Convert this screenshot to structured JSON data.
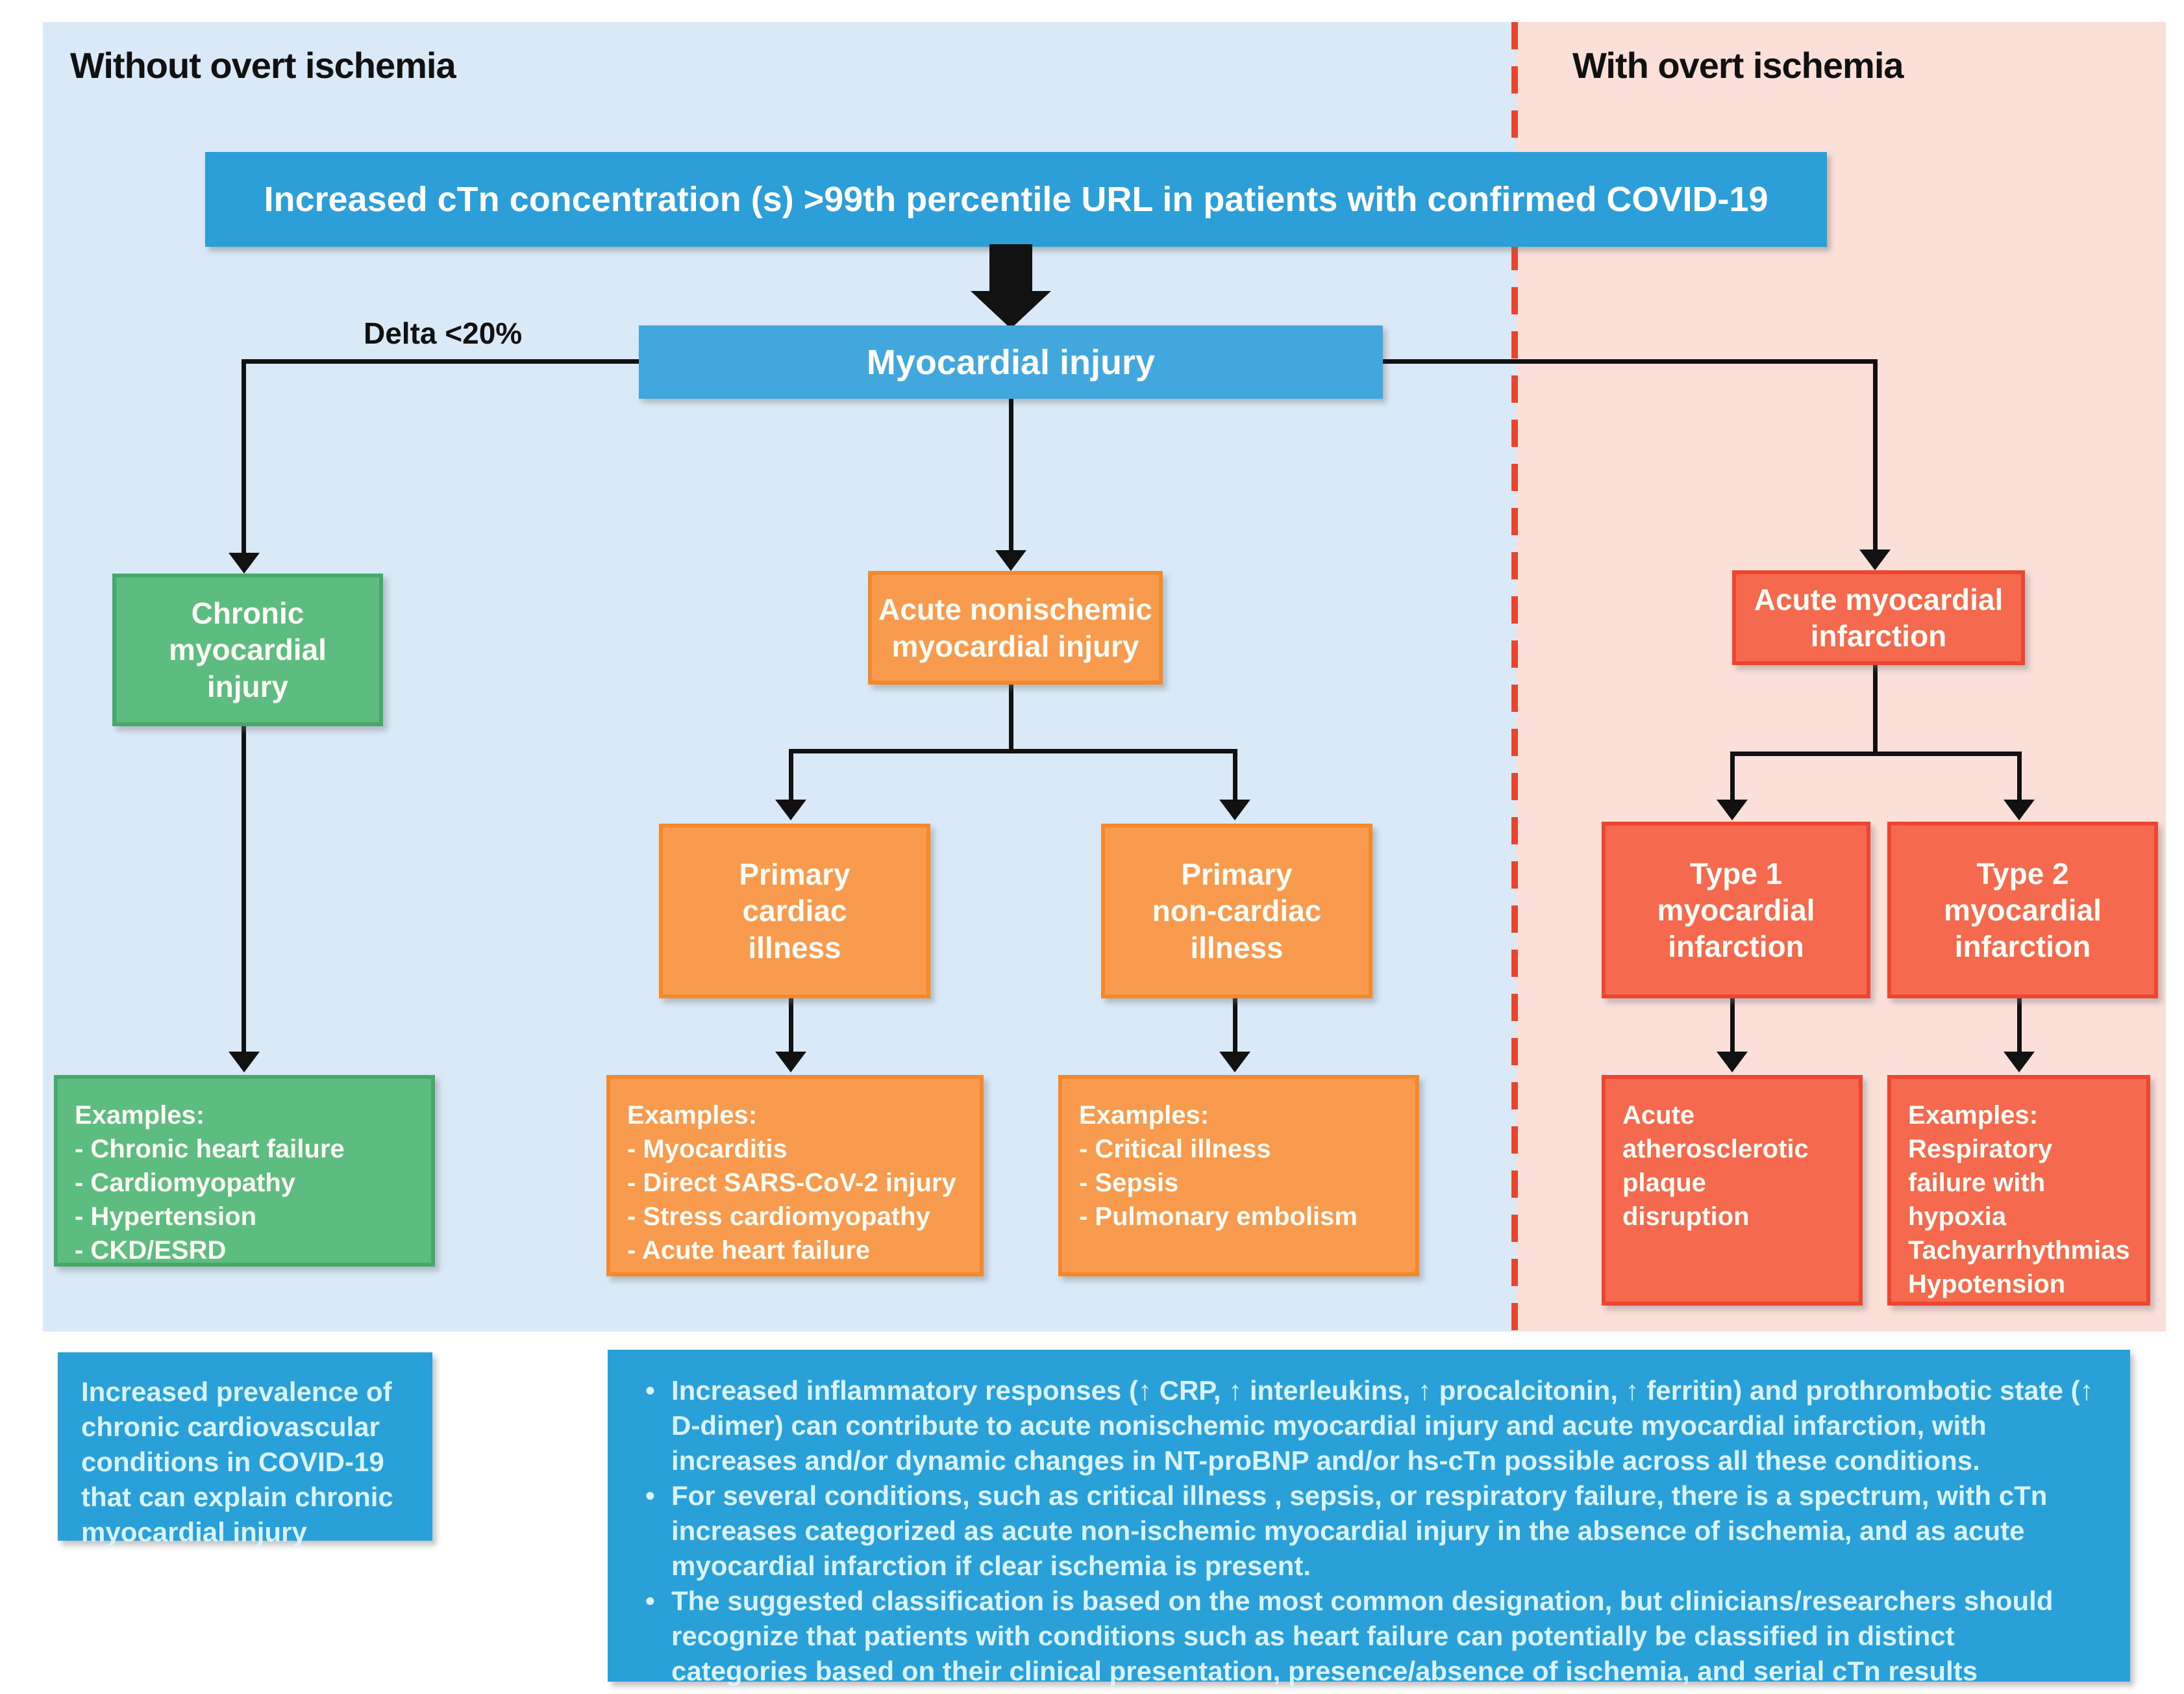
{
  "headers": {
    "left": "Without overt ischemia",
    "right": "With overt ischemia"
  },
  "banner": "Increased cTn concentration (s) >99th percentile URL in patients with confirmed COVID-19",
  "delta_label": "Delta <20%",
  "nodes": {
    "root": "Myocardial injury",
    "chronic": "Chronic\nmyocardial\ninjury",
    "acute_nonischemic": "Acute nonischemic\nmyocardial injury",
    "acute_mi": "Acute myocardial\ninfarction",
    "primary_cardiac": "Primary\ncardiac\nillness",
    "primary_noncardiac": "Primary\nnon-cardiac\nillness",
    "type1": "Type 1\nmyocardial\ninfarction",
    "type2": "Type 2\nmyocardial\ninfarction"
  },
  "example_boxes": {
    "chronic": [
      "Examples:",
      "- Chronic heart failure",
      "- Cardiomyopathy",
      "- Hypertension",
      "- CKD/ESRD"
    ],
    "primary_cardiac": [
      "Examples:",
      "- Myocarditis",
      "- Direct SARS-CoV-2 injury",
      "- Stress cardiomyopathy",
      "- Acute heart failure"
    ],
    "primary_noncardiac": [
      "Examples:",
      "- Critical illness",
      "- Sepsis",
      "- Pulmonary embolism"
    ],
    "type1": [
      "Acute",
      "atherosclerotic",
      "plaque",
      "disruption"
    ],
    "type2": [
      "Examples:",
      "Respiratory",
      "failure with",
      "hypoxia",
      "Tachyarrhythmias",
      "Hypotension"
    ]
  },
  "notes": {
    "left": "Increased prevalence of chronic cardiovascular conditions in COVID-19 that can explain chronic myocardial injury",
    "bullets": [
      "Increased inflammatory responses (↑ CRP, ↑ interleukins, ↑ procalcitonin, ↑ ferritin) and prothrombotic state (↑ D-dimer) can contribute to acute nonischemic myocardial injury and acute myocardial infarction, with increases and/or dynamic changes in NT-proBNP and/or hs-cTn possible across all these conditions.",
      "For several conditions, such as critical illness , sepsis, or respiratory failure, there is a spectrum, with cTn increases categorized as acute non-ischemic myocardial injury in the absence of ischemia, and as acute myocardial infarction if clear ischemia is present.",
      "The suggested classification is based on the most common designation, but clinicians/researchers should recognize that patients with conditions such as heart failure can potentially be classified in distinct categories based on their clinical presentation, presence/absence of ischemia, and serial cTn results (stable/dynamic)."
    ]
  },
  "colors": {
    "panel_blue_bg": "#d9e9f7",
    "panel_pink_bg": "#fbe0d9",
    "divider_red": "#e6452f",
    "accent_blue": "#2d9fd8",
    "node_green": "#5dbc80",
    "node_orange": "#f99b4f",
    "node_red": "#f56a4e",
    "connector_black": "#111111"
  }
}
